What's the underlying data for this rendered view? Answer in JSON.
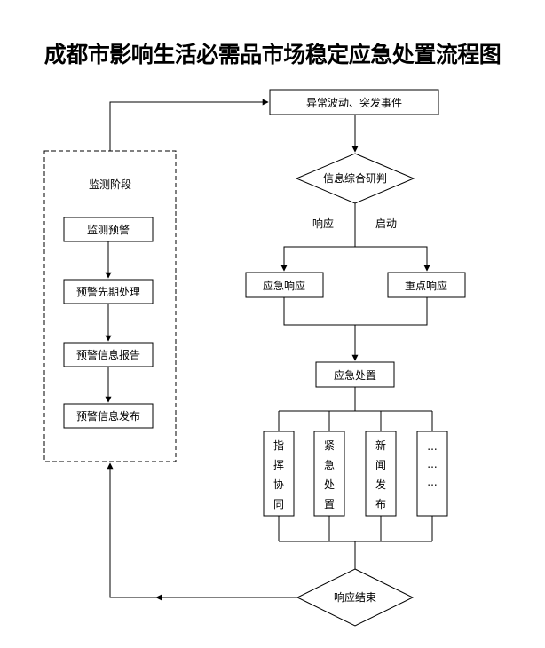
{
  "title": "成都市影响生活必需品市场稳定应急处置流程图",
  "monitor_stage": {
    "label": "监测阶段",
    "steps": [
      "监测预警",
      "预警先期处理",
      "预警信息报告",
      "预警信息发布"
    ]
  },
  "flow": {
    "event": "异常波动、突发事件",
    "judge": "信息综合研判",
    "branch_left_label": "响应",
    "branch_right_label": "启动",
    "emergency_response": "应急响应",
    "key_response": "重点响应",
    "emergency_handling": "应急处置",
    "actions": [
      {
        "chars": [
          "指",
          "挥",
          "协",
          "同"
        ]
      },
      {
        "chars": [
          "紧",
          "急",
          "处",
          "置"
        ]
      },
      {
        "chars": [
          "新",
          "闻",
          "发",
          "布"
        ]
      },
      {
        "chars": [
          "...",
          "...",
          "..."
        ]
      }
    ],
    "end": "响应结束"
  }
}
